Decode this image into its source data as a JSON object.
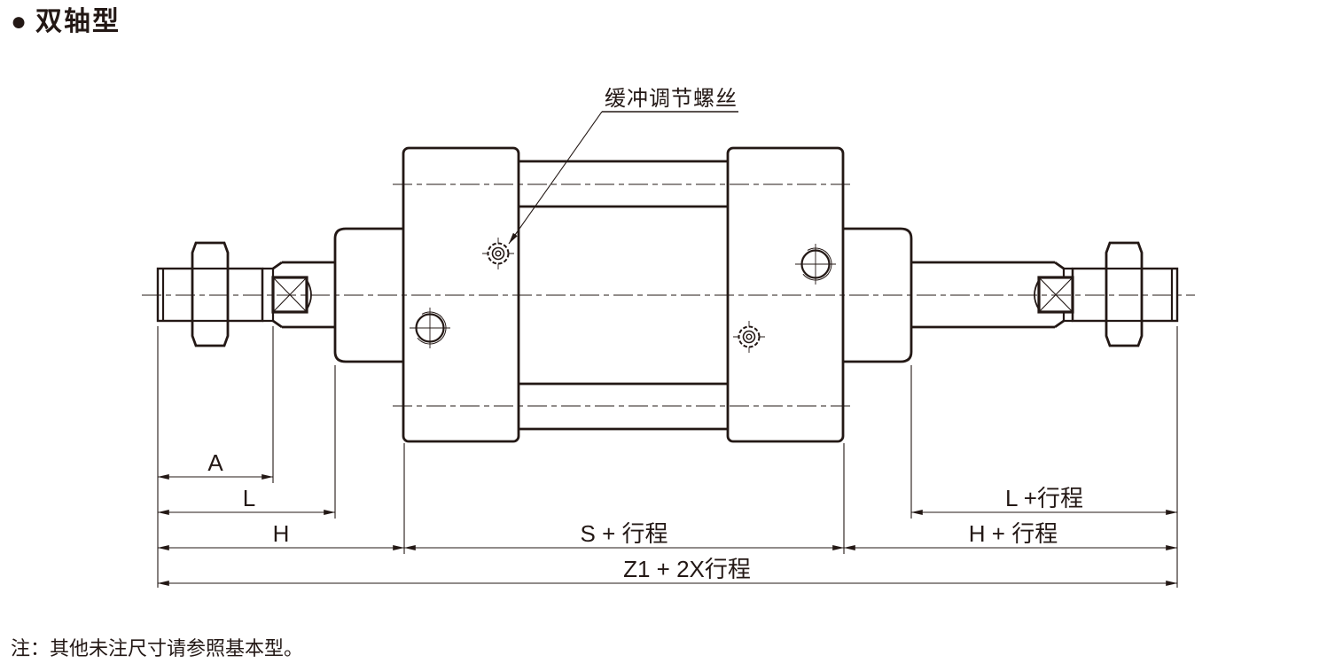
{
  "title": {
    "bullet": "●",
    "text": "双轴型"
  },
  "callout": {
    "label": "缓冲调节螺丝"
  },
  "dimensions": {
    "a": "A",
    "l": "L",
    "h": "H",
    "s_stroke": "S + 行程",
    "l_stroke": "L +行程",
    "h_stroke": "H + 行程",
    "z1_stroke": "Z1 + 2X行程"
  },
  "note": "注：其他未注尺寸请参照基本型。",
  "colors": {
    "ink": "#231815",
    "background": "#ffffff"
  }
}
